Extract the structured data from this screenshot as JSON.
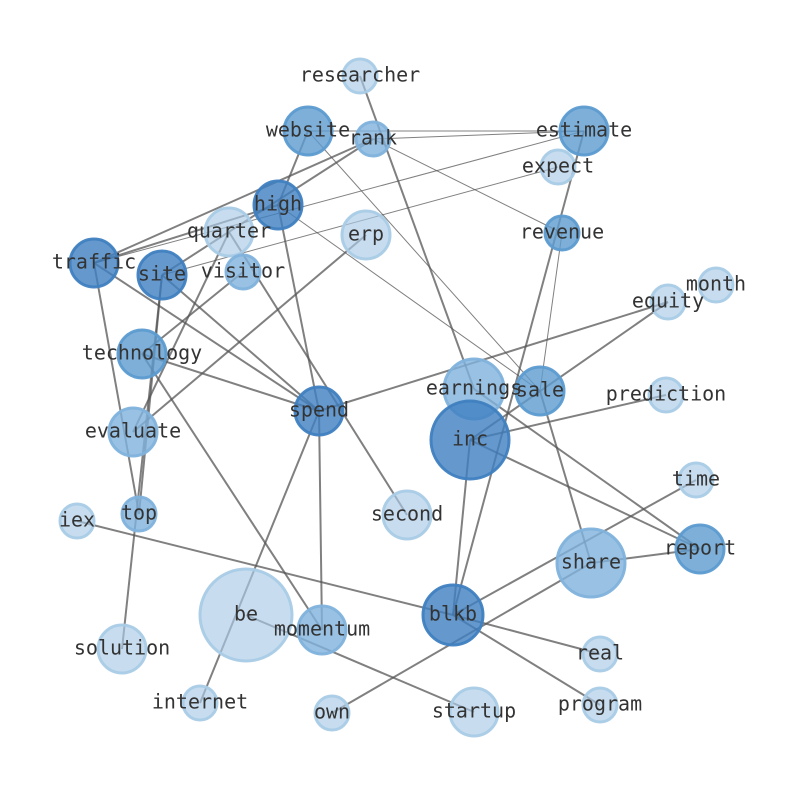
{
  "graph": {
    "nodes": [
      {
        "id": "researcher",
        "label": "researcher",
        "level": 1
      },
      {
        "id": "website",
        "label": "website",
        "level": 3
      },
      {
        "id": "rank",
        "label": "rank",
        "level": 2
      },
      {
        "id": "estimate",
        "label": "estimate",
        "level": 3
      },
      {
        "id": "expect",
        "label": "expect",
        "level": 1
      },
      {
        "id": "high",
        "label": "high",
        "level": 4
      },
      {
        "id": "quarter",
        "label": "quarter",
        "level": 1
      },
      {
        "id": "erp",
        "label": "erp",
        "level": 1
      },
      {
        "id": "revenue",
        "label": "revenue",
        "level": 3
      },
      {
        "id": "traffic",
        "label": "traffic",
        "level": 4
      },
      {
        "id": "site",
        "label": "site",
        "level": 4
      },
      {
        "id": "visitor",
        "label": "visitor",
        "level": 2
      },
      {
        "id": "month",
        "label": "month",
        "level": 1
      },
      {
        "id": "equity",
        "label": "equity",
        "level": 1
      },
      {
        "id": "technology",
        "label": "technology",
        "level": 3
      },
      {
        "id": "earnings",
        "label": "earnings",
        "level": 2
      },
      {
        "id": "sale",
        "label": "sale",
        "level": 3
      },
      {
        "id": "prediction",
        "label": "prediction",
        "level": 1
      },
      {
        "id": "spend",
        "label": "spend",
        "level": 4
      },
      {
        "id": "evaluate",
        "label": "evaluate",
        "level": 2
      },
      {
        "id": "inc",
        "label": "inc",
        "level": 4
      },
      {
        "id": "time",
        "label": "time",
        "level": 1
      },
      {
        "id": "iex",
        "label": "iex",
        "level": 1
      },
      {
        "id": "top",
        "label": "top",
        "level": 2
      },
      {
        "id": "second",
        "label": "second",
        "level": 1
      },
      {
        "id": "report",
        "label": "report",
        "level": 3
      },
      {
        "id": "share",
        "label": "share",
        "level": 2
      },
      {
        "id": "be",
        "label": "be",
        "level": 1
      },
      {
        "id": "momentum",
        "label": "momentum",
        "level": 2
      },
      {
        "id": "blkb",
        "label": "blkb",
        "level": 4
      },
      {
        "id": "solution",
        "label": "solution",
        "level": 1
      },
      {
        "id": "real",
        "label": "real",
        "level": 1
      },
      {
        "id": "internet",
        "label": "internet",
        "level": 1
      },
      {
        "id": "own",
        "label": "own",
        "level": 1
      },
      {
        "id": "startup",
        "label": "startup",
        "level": 1
      },
      {
        "id": "program",
        "label": "program",
        "level": 1
      }
    ],
    "edges": [
      {
        "source": "website",
        "target": "estimate",
        "weight": 1
      },
      {
        "source": "website",
        "target": "high",
        "weight": 2
      },
      {
        "source": "website",
        "target": "sale",
        "weight": 1
      },
      {
        "source": "rank",
        "target": "traffic",
        "weight": 2
      },
      {
        "source": "rank",
        "target": "site",
        "weight": 2
      },
      {
        "source": "rank",
        "target": "revenue",
        "weight": 1
      },
      {
        "source": "rank",
        "target": "estimate",
        "weight": 1
      },
      {
        "source": "researcher",
        "target": "earnings",
        "weight": 2
      },
      {
        "source": "high",
        "target": "traffic",
        "weight": 2
      },
      {
        "source": "high",
        "target": "spend",
        "weight": 2
      },
      {
        "source": "high",
        "target": "sale",
        "weight": 1
      },
      {
        "source": "estimate",
        "target": "blkb",
        "weight": 2
      },
      {
        "source": "estimate",
        "target": "traffic",
        "weight": 1
      },
      {
        "source": "expect",
        "target": "site",
        "weight": 1
      },
      {
        "source": "quarter",
        "target": "evaluate",
        "weight": 2
      },
      {
        "source": "quarter",
        "target": "second",
        "weight": 2
      },
      {
        "source": "erp",
        "target": "evaluate",
        "weight": 2
      },
      {
        "source": "revenue",
        "target": "sale",
        "weight": 1
      },
      {
        "source": "traffic",
        "target": "spend",
        "weight": 2
      },
      {
        "source": "traffic",
        "target": "top",
        "weight": 2
      },
      {
        "source": "site",
        "target": "spend",
        "weight": 2
      },
      {
        "source": "site",
        "target": "solution",
        "weight": 2
      },
      {
        "source": "site",
        "target": "top",
        "weight": 2
      },
      {
        "source": "visitor",
        "target": "technology",
        "weight": 2
      },
      {
        "source": "equity",
        "target": "spend",
        "weight": 2
      },
      {
        "source": "equity",
        "target": "inc",
        "weight": 2
      },
      {
        "source": "technology",
        "target": "spend",
        "weight": 2
      },
      {
        "source": "technology",
        "target": "momentum",
        "weight": 2
      },
      {
        "source": "earnings",
        "target": "report",
        "weight": 2
      },
      {
        "source": "sale",
        "target": "share",
        "weight": 2
      },
      {
        "source": "prediction",
        "target": "inc",
        "weight": 2
      },
      {
        "source": "spend",
        "target": "momentum",
        "weight": 2
      },
      {
        "source": "spend",
        "target": "internet",
        "weight": 2
      },
      {
        "source": "inc",
        "target": "report",
        "weight": 2
      },
      {
        "source": "inc",
        "target": "blkb",
        "weight": 2
      },
      {
        "source": "time",
        "target": "blkb",
        "weight": 2
      },
      {
        "source": "iex",
        "target": "blkb",
        "weight": 2
      },
      {
        "source": "share",
        "target": "report",
        "weight": 2
      },
      {
        "source": "share",
        "target": "own",
        "weight": 2
      },
      {
        "source": "be",
        "target": "startup",
        "weight": 2
      },
      {
        "source": "blkb",
        "target": "real",
        "weight": 2
      },
      {
        "source": "blkb",
        "target": "program",
        "weight": 2
      }
    ]
  },
  "colors": {
    "level_1": "#a9cbe6",
    "level_2": "#7fb2dc",
    "level_3": "#5c9bd0",
    "level_4": "#3f7fc0",
    "edge": "#555555",
    "label": "#333333"
  }
}
